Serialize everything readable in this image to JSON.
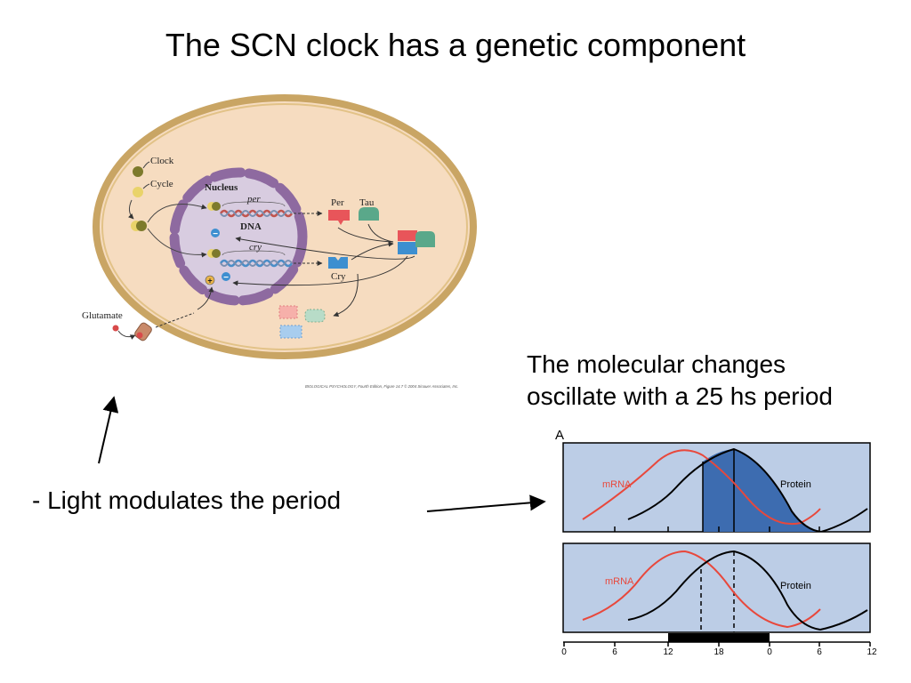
{
  "slide": {
    "title": "The SCN clock has a genetic component",
    "note_light": "- Light modulates the period",
    "note_oscillation_line1": "The molecular changes",
    "note_oscillation_line2": "oscillate with a 25 hs period"
  },
  "cell_diagram": {
    "labels": {
      "clock": "Clock",
      "cycle": "Cycle",
      "nucleus": "Nucleus",
      "per_gene": "per",
      "dna": "DNA",
      "cry_gene": "cry",
      "per_protein": "Per",
      "tau": "Tau",
      "cry_protein": "Cry",
      "glutamate": "Glutamate",
      "minus_sign": "−",
      "plus_sign": "+"
    },
    "credit": "BIOLOGICAL PSYCHOLOGY, Fourth Edition, Figure 14.7 © 2004 Sinauer Associates, Inc.",
    "colors": {
      "cell_fill": "#f6dcc0",
      "cell_border": "#c9a564",
      "nucleus_fill": "#d8cce0",
      "nucleus_border": "#8e6aa0",
      "per_color": "#e8555a",
      "tau_color": "#5aa88a",
      "cry_color": "#3d8fd0"
    }
  },
  "chart": {
    "panel_label": "A",
    "top_panel": {
      "mrna_label": "mRNA",
      "protein_label": "Protein"
    },
    "bottom_panel": {
      "mrna_label": "mRNA",
      "protein_label": "Protein"
    },
    "x_ticks": [
      "0",
      "6",
      "12",
      "18",
      "0",
      "6",
      "12"
    ],
    "colors": {
      "panel_bg": "#bccde6",
      "mrna": "#e8483c",
      "protein": "#000000",
      "protein_fill": "#3d6cb0"
    }
  }
}
